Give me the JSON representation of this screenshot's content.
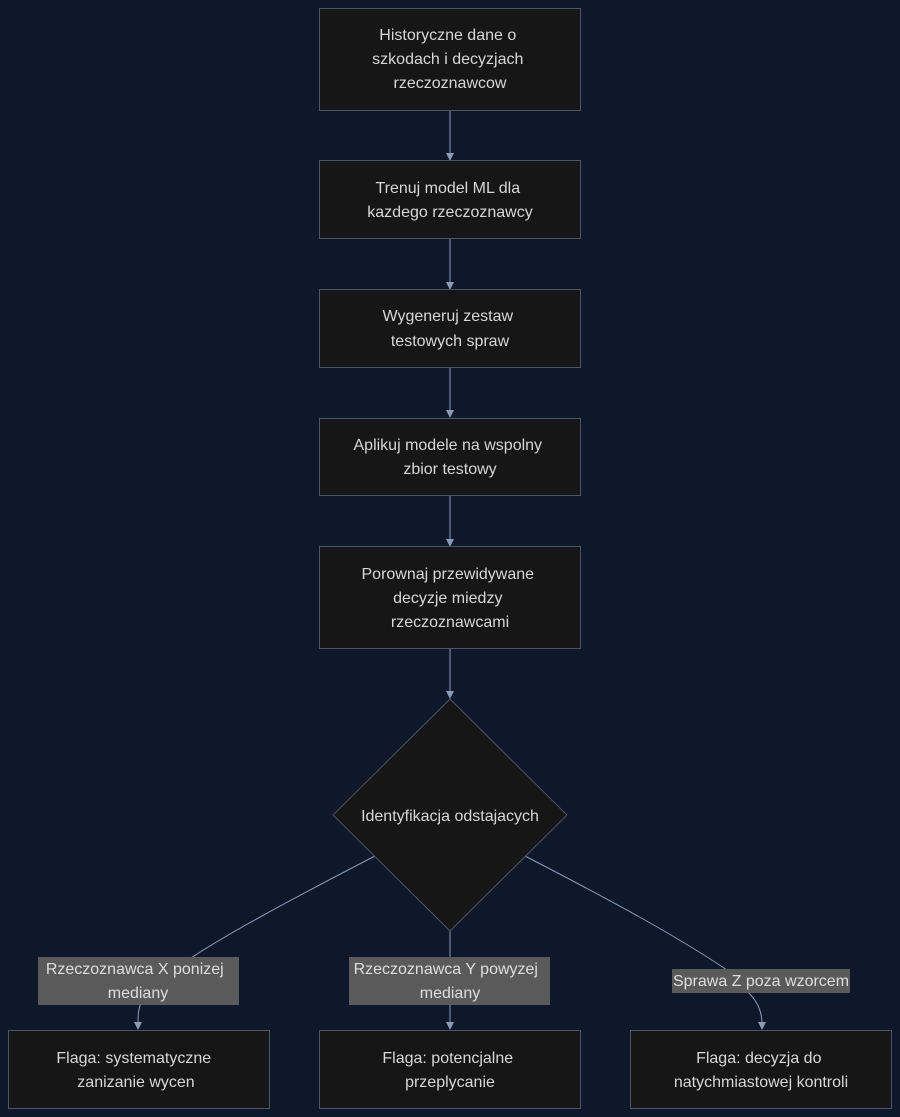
{
  "diagram": {
    "type": "flowchart",
    "nodes": {
      "n1": [
        "Historyczne dane o",
        "szkodach i decyzjach",
        "rzeczoznawcow"
      ],
      "n2": [
        "Trenuj model ML dla",
        "kazdego rzeczoznawcy"
      ],
      "n3": [
        "Wygeneruj zestaw",
        "testowych spraw"
      ],
      "n4": [
        "Aplikuj modele na wspolny",
        "zbior testowy"
      ],
      "n5": [
        "Porownaj przewidywane",
        "decyzje miedzy",
        "rzeczoznawcami"
      ],
      "n6": [
        "Identyfikacja odstajacych"
      ],
      "n7": [
        "Flaga: systematyczne",
        "zanizanie wycen"
      ],
      "n8": [
        "Flaga: potencjalne",
        "przeplycanie"
      ],
      "n9": [
        "Flaga: decyzja do",
        "natychmiastowej kontroli"
      ]
    },
    "edge_labels": {
      "e1": [
        "Rzeczoznawca X ponizej",
        "mediany"
      ],
      "e2": [
        "Rzeczoznawca Y powyzej",
        "mediany"
      ],
      "e3": [
        "Sprawa Z poza wzorcem"
      ]
    }
  }
}
